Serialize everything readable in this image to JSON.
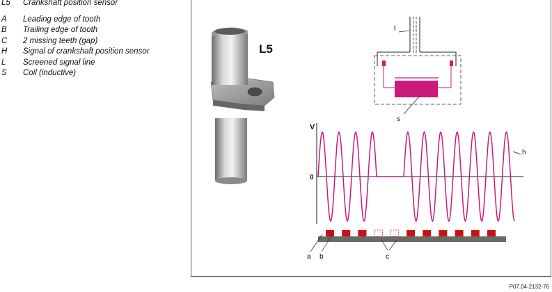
{
  "legend": [
    {
      "code": "L5",
      "text": "Crankshaft position sensor"
    },
    {
      "code": "A",
      "text": "Leading edge of tooth"
    },
    {
      "code": "B",
      "text": "Trailing edge of tooth"
    },
    {
      "code": "C",
      "text": "2 missing teeth (gap)"
    },
    {
      "code": "H",
      "text": "Signal of crankshaft position sensor"
    },
    {
      "code": "L",
      "text": "Screened signal line"
    },
    {
      "code": "S",
      "text": "Coil (inductive)"
    }
  ],
  "diagram": {
    "component_label": "L5",
    "line_label": "l",
    "coil_label": "s",
    "axis_v": "V",
    "axis_zero": "0",
    "signal_label": "h",
    "edge_a": "a",
    "edge_b": "b",
    "gap_label": "c",
    "colors": {
      "signal": "#cc1a7a",
      "tooth": "#cc1111",
      "coil": "#cc1a7a"
    }
  },
  "figure_ref": "P07.04-2132-76"
}
